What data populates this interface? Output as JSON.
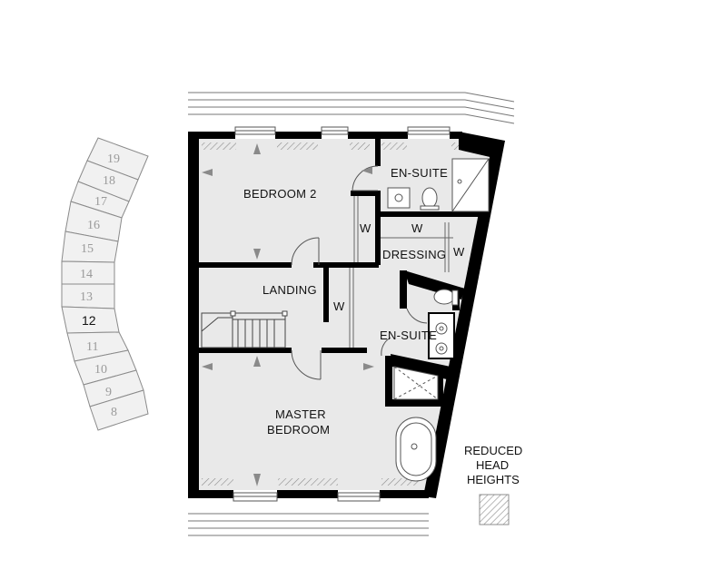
{
  "rooms": {
    "bedroom2": "BEDROOM 2",
    "ensuite_top": "EN-SUITE",
    "dressing": "DRESSING",
    "landing": "LANDING",
    "ensuite_mid": "EN-SUITE",
    "master_line1": "MASTER",
    "master_line2": "BEDROOM"
  },
  "wardrobes": {
    "w1": "W",
    "w2": "W",
    "w3": "W",
    "w4": "W"
  },
  "key_plan": {
    "plots": [
      "19",
      "18",
      "17",
      "16",
      "15",
      "14",
      "13",
      "12",
      "11",
      "10",
      "9",
      "8"
    ],
    "active_plot": "12"
  },
  "legend": {
    "line1": "REDUCED",
    "line2": "HEAD",
    "line3": "HEIGHTS"
  },
  "colors": {
    "wall": "#000000",
    "floor": "#e9e9e9",
    "line": "#6d6d6d",
    "hatch": "#8c8c8c"
  }
}
